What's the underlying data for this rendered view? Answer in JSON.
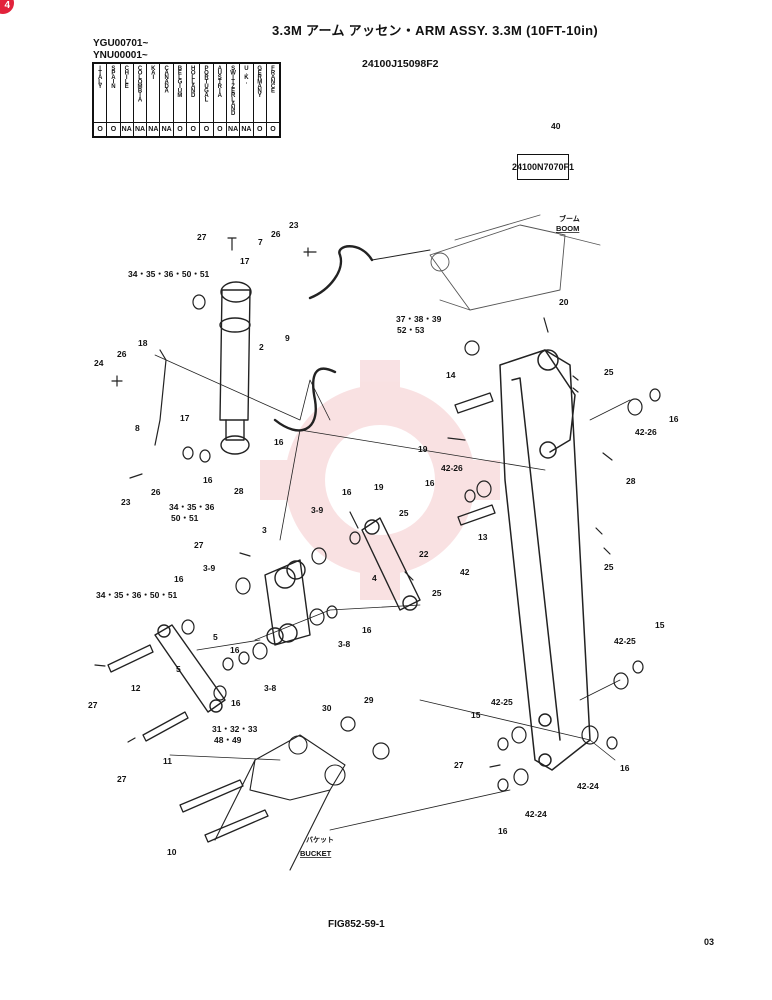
{
  "header": {
    "title": "3.3M アーム アッセン・ARM ASSY. 3.3M (10FT-10in)",
    "serial_from_1": "YGU00701~",
    "serial_from_2": "YNU00001~",
    "assembly_code": "24100J15098F2",
    "ref_item_number": "40",
    "ref_item_code": "24100N7070F1"
  },
  "countries": [
    {
      "name": "ITALY",
      "mark": "O"
    },
    {
      "name": "SPAIN",
      "mark": "O"
    },
    {
      "name": "CHILE",
      "mark": "NA"
    },
    {
      "name": "COLOMBIA",
      "mark": "NA"
    },
    {
      "name": "KAI",
      "mark": "NA"
    },
    {
      "name": "CANADA",
      "mark": "NA"
    },
    {
      "name": "BELGIUM",
      "mark": "O"
    },
    {
      "name": "HOLLAND",
      "mark": "O"
    },
    {
      "name": "PORTUGAL",
      "mark": "O"
    },
    {
      "name": "AUSTRIA",
      "mark": "O"
    },
    {
      "name": "SWITZERLAND",
      "mark": "NA"
    },
    {
      "name": "U.K.",
      "mark": "NA"
    },
    {
      "name": "GERMANY",
      "mark": "O"
    },
    {
      "name": "FRANCE",
      "mark": "O"
    }
  ],
  "labels": {
    "boom_jp": "ブーム",
    "boom_en": "BOOM",
    "bucket_jp": "バケット",
    "bucket_en": "BUCKET"
  },
  "callouts": [
    {
      "id": "c40",
      "text": "40"
    },
    {
      "id": "c27a",
      "text": "27"
    },
    {
      "id": "c23a",
      "text": "23"
    },
    {
      "id": "c26a",
      "text": "26"
    },
    {
      "id": "c7",
      "text": "7"
    },
    {
      "id": "c17a",
      "text": "17"
    },
    {
      "id": "c34a",
      "text": "34・35・36・50・51"
    },
    {
      "id": "c9",
      "text": "9"
    },
    {
      "id": "c2",
      "text": "2"
    },
    {
      "id": "c24",
      "text": "24"
    },
    {
      "id": "c26b",
      "text": "26"
    },
    {
      "id": "c18",
      "text": "18"
    },
    {
      "id": "c8",
      "text": "8"
    },
    {
      "id": "c17b",
      "text": "17"
    },
    {
      "id": "c16a",
      "text": "16"
    },
    {
      "id": "c16b",
      "text": "16"
    },
    {
      "id": "c28a",
      "text": "28"
    },
    {
      "id": "c23b",
      "text": "23"
    },
    {
      "id": "c26c",
      "text": "26"
    },
    {
      "id": "c34b1",
      "text": "34・35・36"
    },
    {
      "id": "c34b2",
      "text": "50・51"
    },
    {
      "id": "c20",
      "text": "20"
    },
    {
      "id": "c37a",
      "text": "37・38・39"
    },
    {
      "id": "c37b",
      "text": "52・53"
    },
    {
      "id": "c14",
      "text": "14"
    },
    {
      "id": "c25a",
      "text": "25"
    },
    {
      "id": "c16c",
      "text": "16"
    },
    {
      "id": "c42_26a",
      "text": "42-26"
    },
    {
      "id": "c19a",
      "text": "19"
    },
    {
      "id": "c42_26b",
      "text": "42-26"
    },
    {
      "id": "c28b",
      "text": "28"
    },
    {
      "id": "c16d",
      "text": "16"
    },
    {
      "id": "c13",
      "text": "13"
    },
    {
      "id": "c16e",
      "text": "16"
    },
    {
      "id": "c19b",
      "text": "19"
    },
    {
      "id": "c3_9a",
      "text": "3-9"
    },
    {
      "id": "c25b",
      "text": "25"
    },
    {
      "id": "c25c",
      "text": "25"
    },
    {
      "id": "c3",
      "text": "3"
    },
    {
      "id": "c27b",
      "text": "27"
    },
    {
      "id": "c22",
      "text": "22"
    },
    {
      "id": "c4",
      "text": "4"
    },
    {
      "id": "c42",
      "text": "42"
    },
    {
      "id": "c3_9b",
      "text": "3-9"
    },
    {
      "id": "c16f",
      "text": "16"
    },
    {
      "id": "c25d",
      "text": "25"
    },
    {
      "id": "c34c",
      "text": "34・35・36・50・51"
    },
    {
      "id": "c16g",
      "text": "16"
    },
    {
      "id": "c3_8a",
      "text": "3-8"
    },
    {
      "id": "c5a",
      "text": "5"
    },
    {
      "id": "c16h",
      "text": "16"
    },
    {
      "id": "c42_25a",
      "text": "42-25"
    },
    {
      "id": "c15a",
      "text": "15"
    },
    {
      "id": "c27c",
      "text": "27"
    },
    {
      "id": "c12",
      "text": "12"
    },
    {
      "id": "c5b",
      "text": "5"
    },
    {
      "id": "c16i",
      "text": "16"
    },
    {
      "id": "c3_8b",
      "text": "3-8"
    },
    {
      "id": "c31a",
      "text": "31・32・33"
    },
    {
      "id": "c31b",
      "text": "48・49"
    },
    {
      "id": "c30",
      "text": "30"
    },
    {
      "id": "c29",
      "text": "29"
    },
    {
      "id": "c42_25b",
      "text": "42-25"
    },
    {
      "id": "c15b",
      "text": "15"
    },
    {
      "id": "c11",
      "text": "11"
    },
    {
      "id": "c27d",
      "text": "27"
    },
    {
      "id": "c27e",
      "text": "27"
    },
    {
      "id": "c16j",
      "text": "16"
    },
    {
      "id": "c42_24a",
      "text": "42-24"
    },
    {
      "id": "c42_24b",
      "text": "42-24"
    },
    {
      "id": "c16k",
      "text": "16"
    },
    {
      "id": "c10",
      "text": "10"
    }
  ],
  "footer": {
    "figure_code": "FIG852-59-1",
    "page_number": "03",
    "badge": "4"
  }
}
